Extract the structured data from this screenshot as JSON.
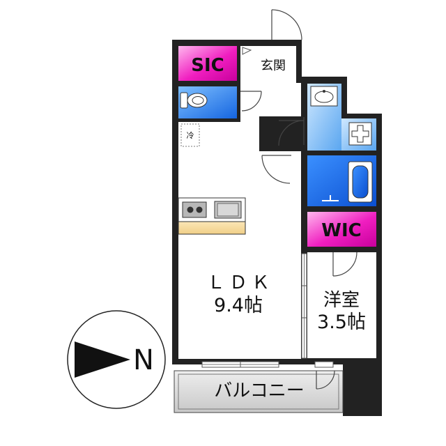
{
  "rooms": {
    "sic": "SIC",
    "genkan": "玄関",
    "fridge": "冷",
    "ldk_name": "ＬＤＫ",
    "ldk_size": "9.4帖",
    "wic": "WIC",
    "western_name": "洋室",
    "western_size": "3.5帖",
    "balcony": "バルコニー"
  },
  "compass": {
    "north": "N"
  },
  "colors": {
    "wall": "#222222",
    "storage": "#f01ec0",
    "wet_area": "#1f7fe8",
    "wash_area": "#6fb4f2",
    "kitchen_counter": "#f5d89a",
    "stove_top": "#b8b8b8",
    "balcony_floor": "#d9d9d9"
  }
}
